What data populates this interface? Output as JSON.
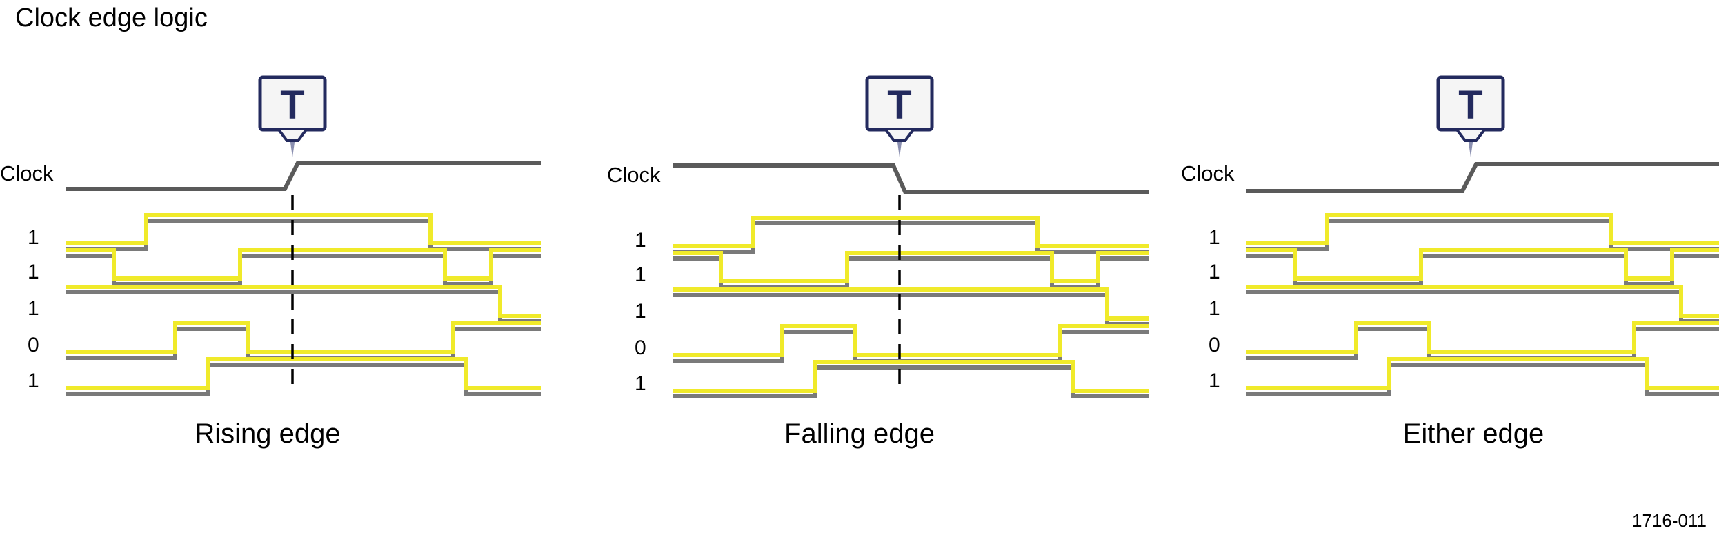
{
  "title": "Clock edge logic",
  "figure_id": "1716-011",
  "colors": {
    "clock": "#5a5a5a",
    "data_shadow": "#7a7a7a",
    "data_highlight": "#f0ea2a",
    "marker_border": "#232a5e",
    "marker_fill": "#f5f5f5",
    "cursor": "#000000"
  },
  "panels": [
    {
      "caption": "Rising edge",
      "clock_label": "Clock",
      "marker_letter": "T",
      "edge": "rising",
      "bits": [
        "1",
        "1",
        "1",
        "0",
        "1"
      ]
    },
    {
      "caption": "Falling edge",
      "clock_label": "Clock",
      "marker_letter": "T",
      "edge": "falling",
      "bits": [
        "1",
        "1",
        "1",
        "0",
        "1"
      ]
    },
    {
      "caption": "Either edge",
      "clock_label": "Clock",
      "marker_letter": "T",
      "edge": "rising",
      "bits": [
        "1",
        "1",
        "1",
        "0",
        "1"
      ]
    }
  ]
}
